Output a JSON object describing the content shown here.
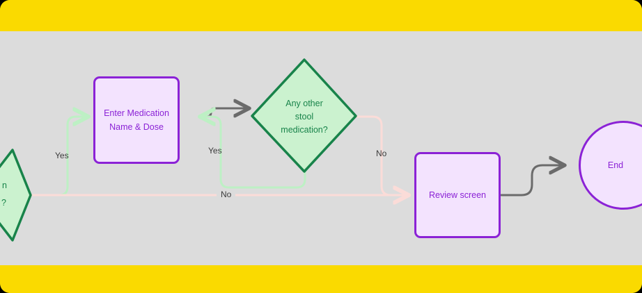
{
  "frame": {
    "top_bar_color": "#fada00",
    "bottom_bar_color": "#fada00",
    "canvas_color": "#dcdcdc"
  },
  "palette": {
    "process_fill": "#f3e3fe",
    "process_stroke": "#8b22d6",
    "process_text": "#8b22d6",
    "decision_fill": "#cbf2cf",
    "decision_stroke": "#18834a",
    "decision_text": "#18834a",
    "edge_yes": "#bdf0c4",
    "edge_no": "#fbdcd8",
    "edge_default": "#6b6b6b",
    "label_text": "#3b3b3b"
  },
  "diagram": {
    "type": "flowchart",
    "nodes": [
      {
        "id": "prev-decision",
        "shape": "diamond",
        "label": "",
        "label_fragments": [
          "n",
          "?"
        ],
        "clipped": true,
        "clipped_edge": "left"
      },
      {
        "id": "enter-medication",
        "shape": "rounded-rect",
        "label_lines": [
          "Enter Medication",
          "Name & Dose"
        ]
      },
      {
        "id": "any-other-stool-medication",
        "shape": "diamond",
        "label_lines": [
          "Any other",
          "stool",
          "medication?"
        ]
      },
      {
        "id": "review-screen",
        "shape": "rounded-rect",
        "label_lines": [
          "Review screen"
        ]
      },
      {
        "id": "end",
        "shape": "circle",
        "label_lines": [
          "End"
        ],
        "clipped": true,
        "clipped_edge": "right"
      }
    ],
    "edges": [
      {
        "id": "prev-yes",
        "from": "prev-decision",
        "to": "enter-medication",
        "label": "Yes",
        "style": "yes"
      },
      {
        "id": "prev-no",
        "from": "prev-decision",
        "to": "review-screen",
        "label": "No",
        "style": "no"
      },
      {
        "id": "enter-to-decision",
        "from": "enter-medication",
        "to": "any-other-stool-medication",
        "label": "",
        "style": "default"
      },
      {
        "id": "decision-yes",
        "from": "any-other-stool-medication",
        "to": "enter-medication",
        "label": "Yes",
        "style": "yes"
      },
      {
        "id": "decision-no",
        "from": "any-other-stool-medication",
        "to": "review-screen",
        "label": "No",
        "style": "no"
      },
      {
        "id": "review-to-end",
        "from": "review-screen",
        "to": "end",
        "label": "",
        "style": "default"
      }
    ]
  }
}
